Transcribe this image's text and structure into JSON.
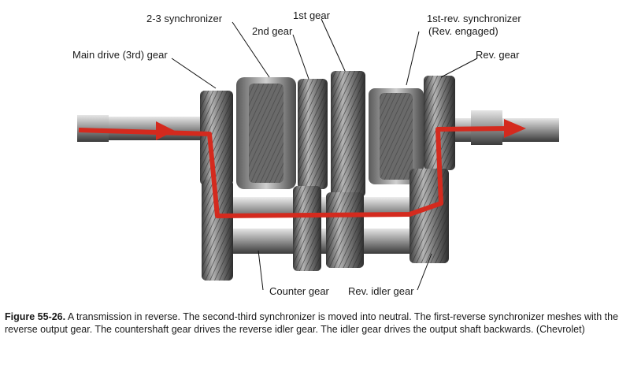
{
  "labels": {
    "main_drive_gear": "Main drive (3rd) gear",
    "sync_23": "2-3 synchronizer",
    "second_gear": "2nd gear",
    "first_gear": "1st gear",
    "sync_1rev_line1": "1st-rev. synchronizer",
    "sync_1rev_line2": "(Rev. engaged)",
    "rev_gear": "Rev. gear",
    "counter_gear": "Counter gear",
    "rev_idler_gear": "Rev. idler gear"
  },
  "caption": {
    "figure_number": "Figure 55-26.",
    "text": " A transmission in reverse. The second-third synchronizer is moved into neutral. The first-reverse synchronizer meshes with the reverse output gear. The countershaft gear drives the reverse idler gear. The idler gear drives the output shaft backwards. (Chevrolet)"
  },
  "colors": {
    "power_flow": "#d42a1e",
    "metal": "#8c8c8c",
    "background": "#ffffff"
  }
}
